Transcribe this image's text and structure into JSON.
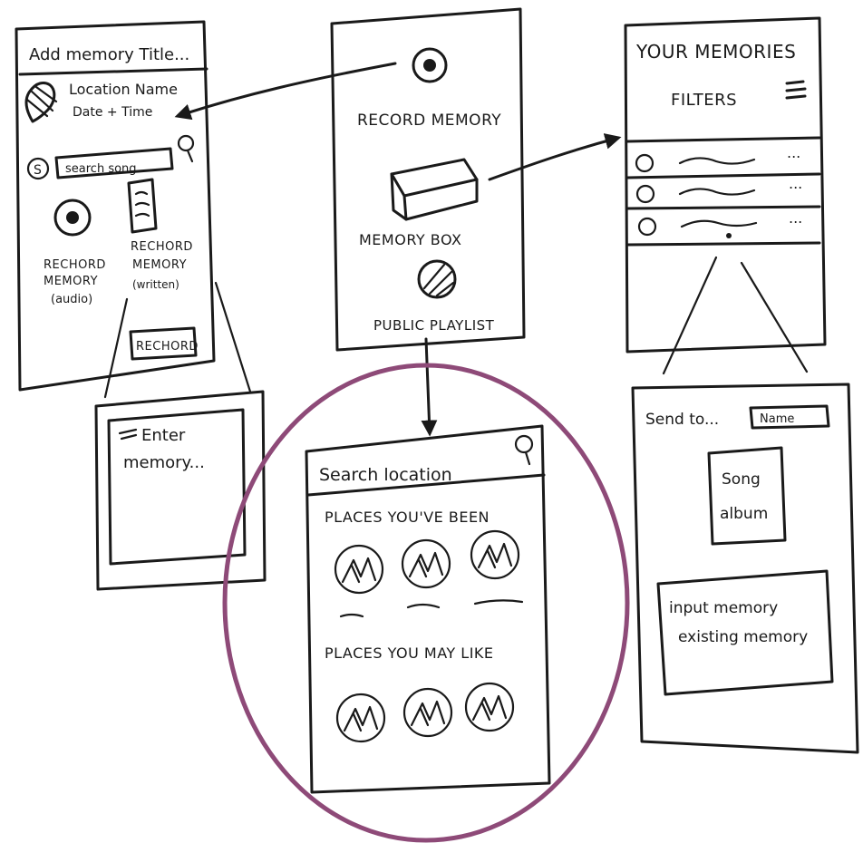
{
  "add_memory": {
    "title": "Add memory Title...",
    "location": "Location Name",
    "datetime": "Date + Time",
    "search_song": "search song",
    "record_audio_1": "RECHORD",
    "record_audio_2": "MEMORY",
    "record_audio_3": "(audio)",
    "record_written_1": "RECHORD",
    "record_written_2": "MEMORY",
    "record_written_3": "(written)",
    "record_button": "RECHORD"
  },
  "enter_memory": {
    "line1": "Enter",
    "line2": "memory..."
  },
  "home": {
    "record_memory": "RECORD MEMORY",
    "memory_box": "MEMORY BOX",
    "public_playlist": "PUBLIC PLAYLIST"
  },
  "memories": {
    "title": "YOUR MEMORIES",
    "filters": "FILTERS",
    "more": "..."
  },
  "search": {
    "title": "Search location",
    "places_been": "PLACES YOU'VE BEEN",
    "places_like": "PLACES YOU MAY LIKE"
  },
  "send": {
    "label": "Send to...",
    "name_field": "Name",
    "song_1": "Song",
    "song_2": "album",
    "input_1": "input memory",
    "input_2": "existing memory"
  },
  "colors": {
    "ink": "#1a1a1a",
    "highlight": "#8e4a78"
  }
}
